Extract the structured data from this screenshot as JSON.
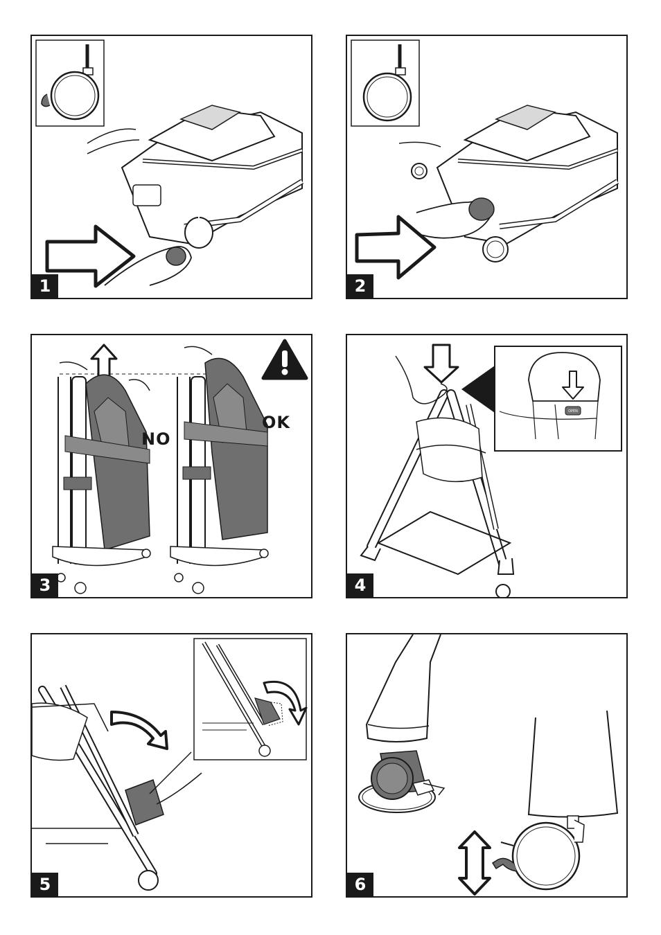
{
  "panels": [
    {
      "number": "1"
    },
    {
      "number": "2"
    },
    {
      "number": "3",
      "label_no": "NO",
      "label_ok": "OK"
    },
    {
      "number": "4",
      "button_label": "OPEN"
    },
    {
      "number": "5"
    },
    {
      "number": "6"
    }
  ],
  "colors": {
    "ink": "#1a1a1a",
    "gray": "#6f6f6f",
    "light_gray": "#d9d9d9",
    "paper": "#ffffff"
  }
}
